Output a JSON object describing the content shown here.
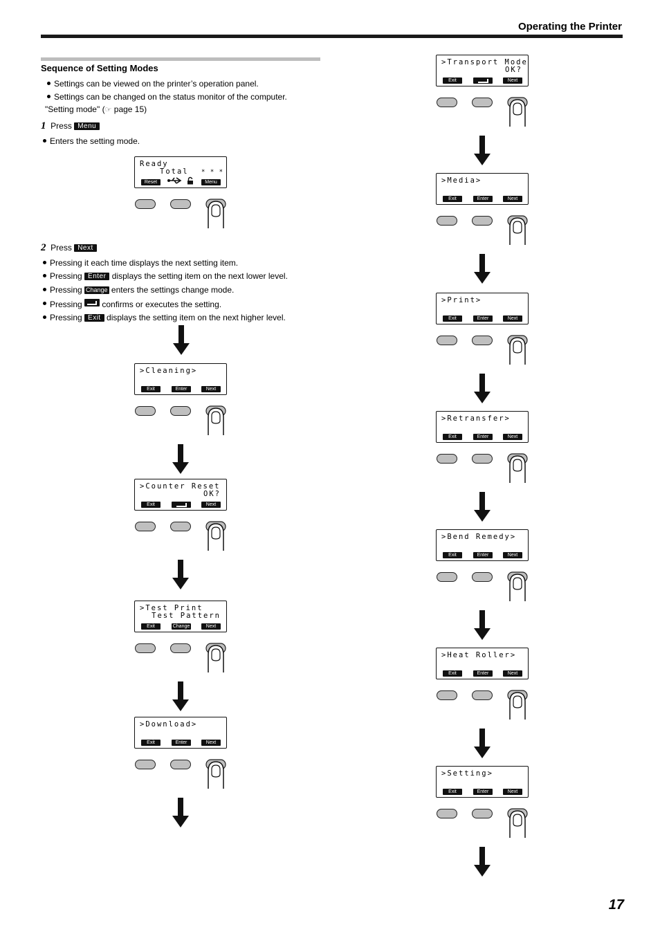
{
  "header": {
    "title": "Operating the Printer"
  },
  "section": {
    "title": "Sequence of Setting Modes",
    "bullets": [
      "Settings can be viewed on the printer’s operation panel.",
      "Settings can be changed on the status monitor of the computer."
    ],
    "ref_open": "\"Setting mode\" (",
    "ref_icon": "☞",
    "ref_close": " page 15)"
  },
  "step1": {
    "num": "1",
    "press": "Press",
    "key": "Menu",
    "bullet": "Enters the setting mode."
  },
  "step2": {
    "num": "2",
    "press": "Press",
    "key": "Next",
    "b1": "Pressing it each time displays the next setting item.",
    "pressing": "Pressing",
    "b2_key": "Enter",
    "b2": " displays the setting item on the next lower level.",
    "b3_key": "Change",
    "b3": " enters the settings change mode.",
    "b4": " confirms or executes the setting.",
    "b5_key": "Exit",
    "b5": " displays the setting item on the next higher level."
  },
  "ready_panel": {
    "l1": "Ready",
    "l2": "Total",
    "l2b": "* * *",
    "k1": "Reset",
    "k3": "Menu"
  },
  "panels": [
    {
      "l1": ">Cleaning>",
      "l2": "",
      "k1": "Exit",
      "k2": "Enter",
      "k3": "Next"
    },
    {
      "l1": ">Counter Reset",
      "l2": "OK?",
      "k1": "Exit",
      "k2": "",
      "k3": "Next"
    },
    {
      "l1": ">Test Print",
      "l2": "Test Pattern",
      "k1": "Exit",
      "k2": "Change",
      "k3": "Next"
    },
    {
      "l1": ">Download>",
      "l2": "",
      "k1": "Exit",
      "k2": "Enter",
      "k3": "Next"
    },
    {
      "l1": ">Transport Mode",
      "l2": "OK?",
      "k1": "Exit",
      "k2": "",
      "k3": "Next"
    },
    {
      "l1": ">Media>",
      "l2": "",
      "k1": "Exit",
      "k2": "Enter",
      "k3": "Next"
    },
    {
      "l1": ">Print>",
      "l2": "",
      "k1": "Exit",
      "k2": "Enter",
      "k3": "Next"
    },
    {
      "l1": ">Retransfer>",
      "l2": "",
      "k1": "Exit",
      "k2": "Enter",
      "k3": "Next"
    },
    {
      "l1": ">Bend Remedy>",
      "l2": "",
      "k1": "Exit",
      "k2": "Enter",
      "k3": "Next"
    },
    {
      "l1": ">Heat Roller>",
      "l2": "",
      "k1": "Exit",
      "k2": "Enter",
      "k3": "Next"
    },
    {
      "l1": ">Setting>",
      "l2": "",
      "k1": "Exit",
      "k2": "Enter",
      "k3": "Next"
    }
  ],
  "page_number": "17"
}
